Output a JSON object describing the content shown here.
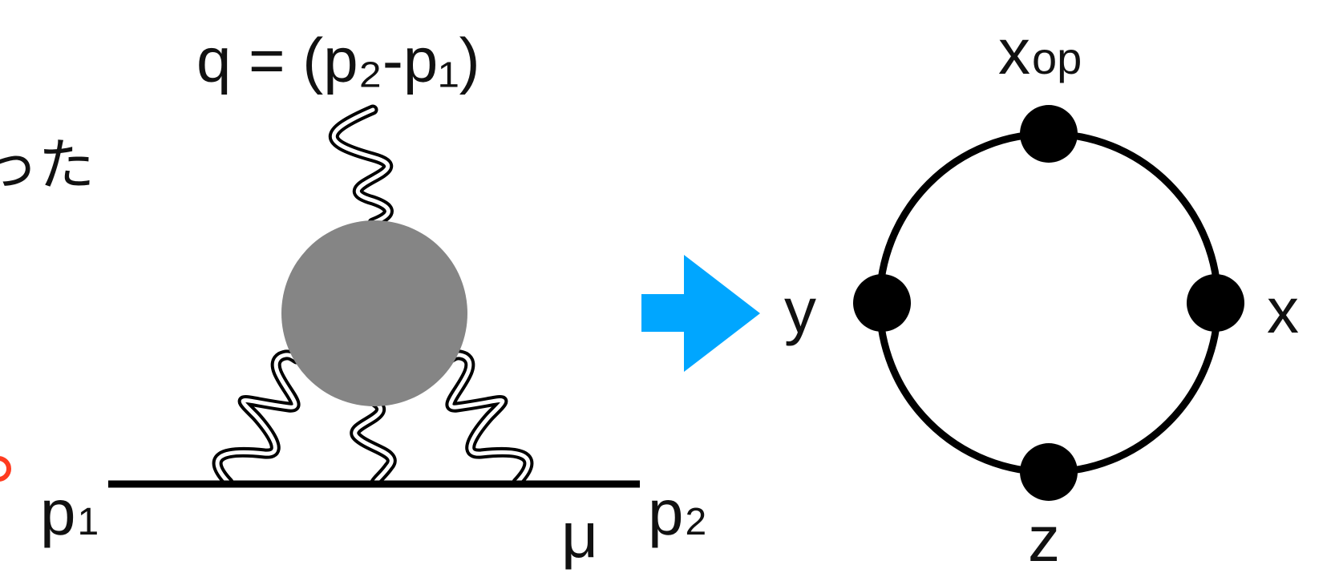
{
  "left_diagram": {
    "top_label": "q = (p₂-p₁)",
    "left_fragment_text": "った",
    "in_momentum": {
      "base": "p",
      "sub": "1"
    },
    "out_momentum": {
      "base": "p",
      "sub": "2"
    },
    "muon_label": "μ",
    "blob_color": "#858585",
    "edge_mark_color": "#ff3b1f"
  },
  "arrow": {
    "color": "#00a6ff"
  },
  "right_diagram": {
    "vertices": {
      "top": {
        "base": "x",
        "sub": "op"
      },
      "left": "y",
      "right": "x",
      "bottom": "z"
    }
  }
}
